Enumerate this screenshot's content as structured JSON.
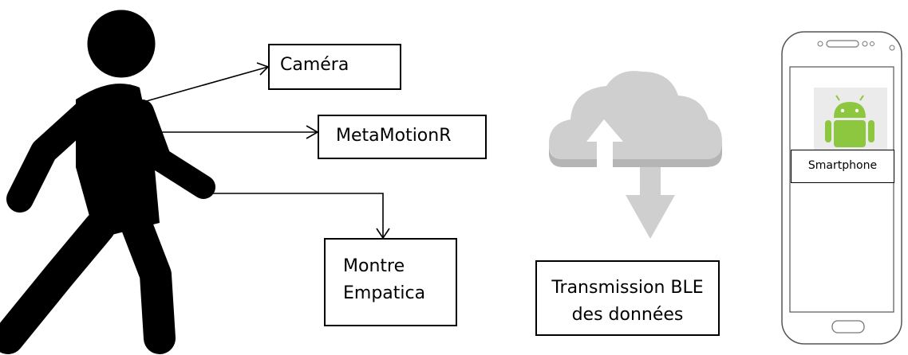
{
  "labels": {
    "camera": "Caméra",
    "metamotion": "MetaMotionR",
    "watch_line1": "Montre",
    "watch_line2": "Empatica",
    "ble_line1": "Transmission BLE",
    "ble_line2": "des données",
    "smartphone": "Smartphone"
  },
  "colors": {
    "silhouette": "#000000",
    "cloud": "#cfcfcf",
    "cloud_shadow": "#b5b5b5",
    "android_green": "#8dc63f",
    "phone_outline": "#555555"
  },
  "icons": [
    "person-walking-icon",
    "cloud-upload-download-icon",
    "smartphone-icon",
    "android-logo-icon"
  ]
}
